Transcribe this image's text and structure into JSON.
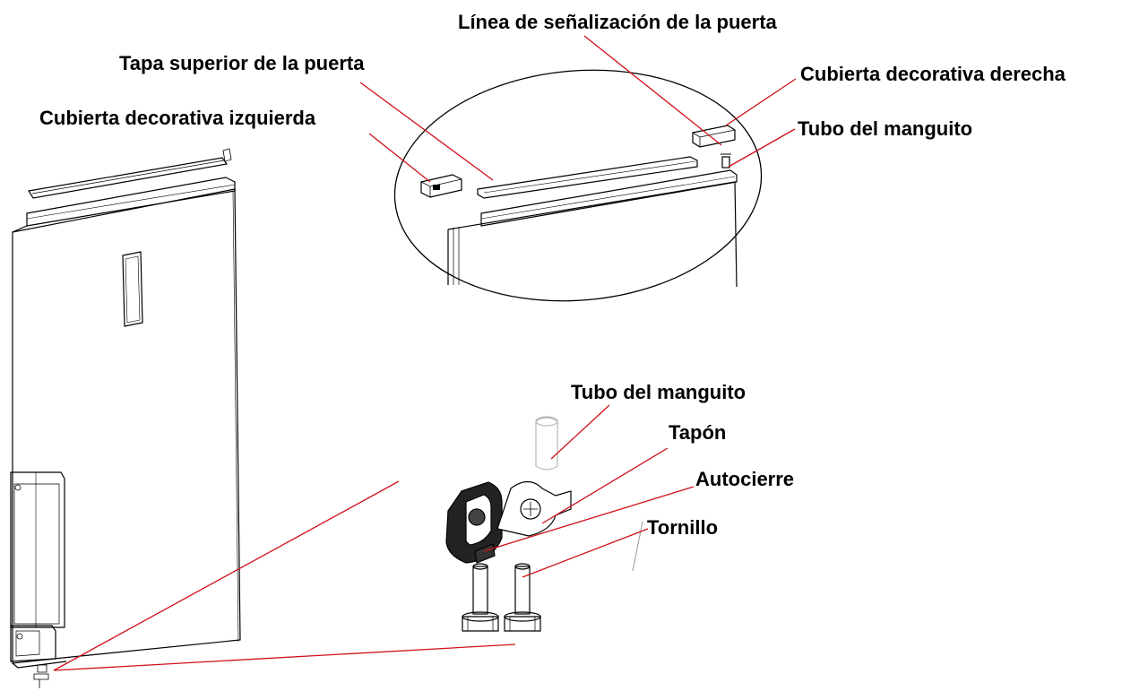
{
  "diagram": {
    "labels": {
      "door_signal_line": "Línea de señalización de la puerta",
      "door_top_cover": "Tapa superior de la puerta",
      "right_decorative_cover": "Cubierta decorativa derecha",
      "left_decorative_cover": "Cubierta decorativa izquierda",
      "sleeve_tube_top": "Tubo del manguito",
      "sleeve_tube_bottom": "Tubo del manguito",
      "plug": "Tapón",
      "self_closing": "Autocierre",
      "screw": "Tornillo"
    },
    "colors": {
      "leader_line": "#d0101a",
      "drawing_line": "#000000",
      "text": "#000000"
    }
  }
}
